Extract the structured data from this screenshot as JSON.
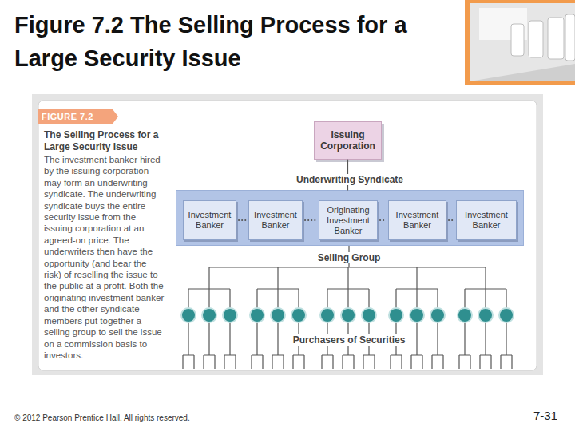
{
  "diagram": {
    "title": "Figure 7.2 The Selling Process for a Large Security Issue",
    "caption": "The investment banker hired by the issuing corporation may form an underwriting syndicate. The underwriting syndicate buys the entire security issue from the issuing corporation at an agreed-on price. The underwriters then have the opportunity (and bear the risk) of reselling the issue to the public at a profit. Both the originating investment banker and the other syndicate members put together a selling group to sell the issue on a commission basis to investors.",
    "nodes": [
      {
        "text": [
          "Issuing Corporation"
        ]
      },
      {
        "text": [
          "Underwriting Syndicate"
        ]
      },
      {
        "text": [
          "Investment Banker"
        ],
        "in": 1
      },
      {
        "text": [
          "Investment Banker"
        ],
        "in": 1
      },
      {
        "text": [
          "Originating Investment Banker"
        ],
        "in": 1
      },
      {
        "text": [
          "Investment Banker"
        ],
        "in": 1
      },
      {
        "text": [
          "Investment Banker"
        ],
        "in": 1
      }
    ],
    "edges": [
      {
        "from": 0,
        "to": 1,
        "arrow": "none"
      },
      {
        "from": 2,
        "to": 3,
        "arrow": "none"
      },
      {
        "from": 3,
        "to": 4,
        "arrow": "none"
      },
      {
        "from": 4,
        "to": 5,
        "arrow": "none"
      },
      {
        "from": 5,
        "to": 6,
        "arrow": "none"
      }
    ],
    "labels": [
      "FIGURE 7.2",
      "The Selling Process for a Large Security Issue",
      "Selling Group",
      "Purchasers of Securities",
      "© 2012 Pearson Prentice Hall. All rights reserved.",
      "7-31"
    ]
  }
}
